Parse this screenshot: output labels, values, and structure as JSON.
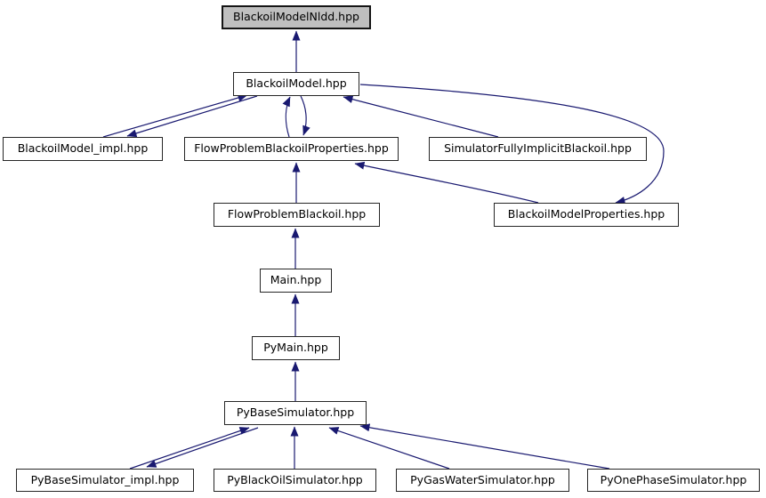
{
  "graph": {
    "root_label": "BlackoilModelNldd.hpp",
    "colors": {
      "edge": "#191970",
      "root_fill": "#bfbfbf",
      "node_fill": "#ffffff",
      "node_border": "#262626",
      "text": "#000000",
      "background": "#ffffff"
    },
    "nodes": [
      {
        "id": "nldd",
        "label": "BlackoilModelNldd.hpp",
        "root": true
      },
      {
        "id": "model",
        "label": "BlackoilModel.hpp"
      },
      {
        "id": "impl",
        "label": "BlackoilModel_impl.hpp"
      },
      {
        "id": "fpbp",
        "label": "FlowProblemBlackoilProperties.hpp"
      },
      {
        "id": "sfib",
        "label": "SimulatorFullyImplicitBlackoil.hpp"
      },
      {
        "id": "fpb",
        "label": "FlowProblemBlackoil.hpp"
      },
      {
        "id": "bmp",
        "label": "BlackoilModelProperties.hpp"
      },
      {
        "id": "main",
        "label": "Main.hpp"
      },
      {
        "id": "pymain",
        "label": "PyMain.hpp"
      },
      {
        "id": "pybase",
        "label": "PyBaseSimulator.hpp"
      },
      {
        "id": "pybimpl",
        "label": "PyBaseSimulator_impl.hpp"
      },
      {
        "id": "pyboil",
        "label": "PyBlackOilSimulator.hpp"
      },
      {
        "id": "pygas",
        "label": "PyGasWaterSimulator.hpp"
      },
      {
        "id": "pyone",
        "label": "PyOnePhaseSimulator.hpp"
      }
    ],
    "edges": [
      {
        "from": "BlackoilModel.hpp",
        "to": "BlackoilModelNldd.hpp"
      },
      {
        "from": "BlackoilModel_impl.hpp",
        "to": "BlackoilModel.hpp"
      },
      {
        "from": "BlackoilModel.hpp",
        "to": "BlackoilModel_impl.hpp"
      },
      {
        "from": "FlowProblemBlackoilProperties.hpp",
        "to": "BlackoilModel.hpp"
      },
      {
        "from": "BlackoilModel.hpp",
        "to": "FlowProblemBlackoilProperties.hpp"
      },
      {
        "from": "SimulatorFullyImplicitBlackoil.hpp",
        "to": "BlackoilModel.hpp"
      },
      {
        "from": "BlackoilModel.hpp",
        "to": "BlackoilModelProperties.hpp"
      },
      {
        "from": "BlackoilModelProperties.hpp",
        "to": "FlowProblemBlackoilProperties.hpp"
      },
      {
        "from": "FlowProblemBlackoil.hpp",
        "to": "FlowProblemBlackoilProperties.hpp"
      },
      {
        "from": "Main.hpp",
        "to": "FlowProblemBlackoil.hpp"
      },
      {
        "from": "PyMain.hpp",
        "to": "Main.hpp"
      },
      {
        "from": "PyBaseSimulator.hpp",
        "to": "PyMain.hpp"
      },
      {
        "from": "PyBaseSimulator_impl.hpp",
        "to": "PyBaseSimulator.hpp"
      },
      {
        "from": "PyBaseSimulator.hpp",
        "to": "PyBaseSimulator_impl.hpp"
      },
      {
        "from": "PyBlackOilSimulator.hpp",
        "to": "PyBaseSimulator.hpp"
      },
      {
        "from": "PyGasWaterSimulator.hpp",
        "to": "PyBaseSimulator.hpp"
      },
      {
        "from": "PyOnePhaseSimulator.hpp",
        "to": "PyBaseSimulator.hpp"
      }
    ]
  }
}
